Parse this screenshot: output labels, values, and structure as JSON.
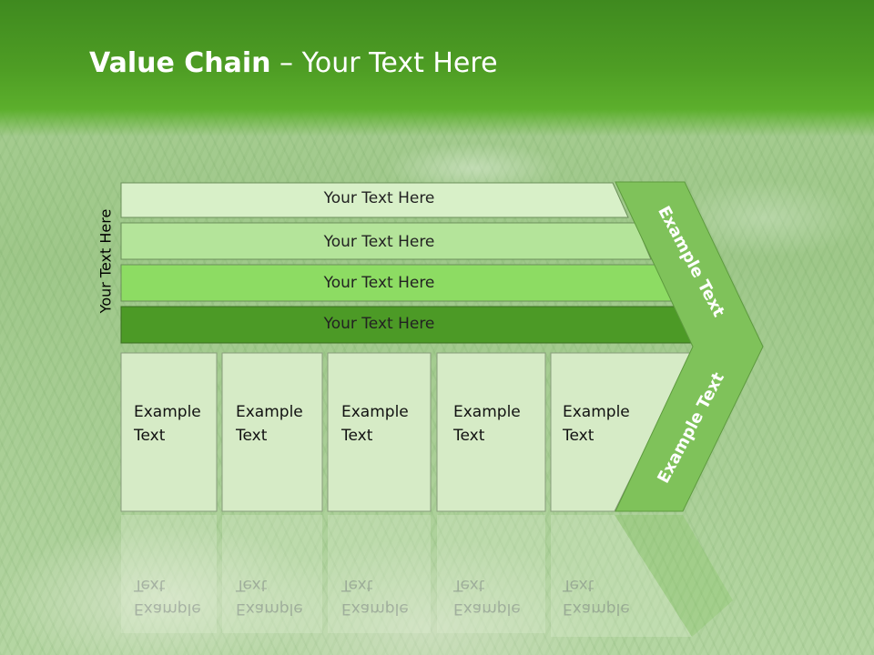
{
  "title": {
    "bold": "Value Chain",
    "rest": " – Your Text Here"
  },
  "side_label": "Your Text Here",
  "bars": [
    "Your Text Here",
    "Your Text Here",
    "Your Text Here",
    "Your Text Here"
  ],
  "boxes": [
    {
      "line1": "Example",
      "line2": "Text"
    },
    {
      "line1": "Example",
      "line2": "Text"
    },
    {
      "line1": "Example",
      "line2": "Text"
    },
    {
      "line1": "Example",
      "line2": "Text"
    },
    {
      "line1": "Example",
      "line2": "Text"
    }
  ],
  "chevron": {
    "upper": "Example Text",
    "lower": "Example Text"
  },
  "colors": {
    "bar1": "#d8f0c8",
    "bar2": "#b4e49a",
    "bar3": "#8ddc63",
    "bar4": "#4c9a26",
    "box": "#d6ebc6",
    "chevron": "#7fc25a"
  }
}
